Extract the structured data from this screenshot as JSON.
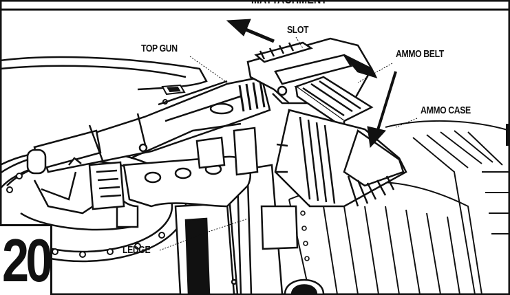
{
  "heading": "...ATTACHMENT",
  "step": {
    "number": "20"
  },
  "labels": {
    "top_gun": "TOP GUN",
    "slot": "SLOT",
    "ammo_belt": "AMMO BELT",
    "ammo_case": "AMMO CASE",
    "ledge": "LEDGE"
  }
}
